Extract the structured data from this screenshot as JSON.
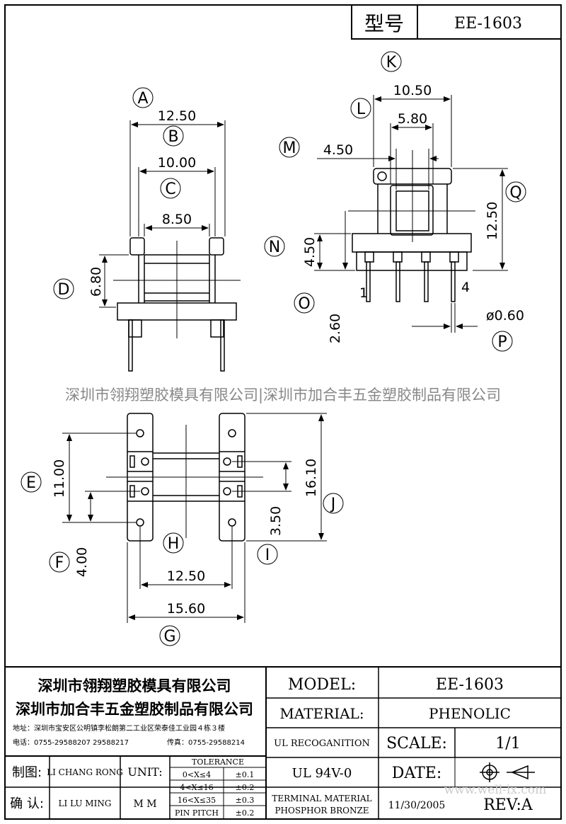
{
  "header": {
    "model_cn": "型号",
    "model_value": "EE-1603"
  },
  "banner": "深圳市翎翔塑胶模具有限公司|深圳市加合丰五金塑胶制品有限公司",
  "side_view": {
    "labels": {
      "A": "A",
      "B": "B",
      "C": "C",
      "D": "D"
    },
    "dims": {
      "a": "12.50",
      "b": "10.00",
      "c": "8.50",
      "d": "6.80"
    }
  },
  "front_view": {
    "labels": {
      "K": "K",
      "L": "L",
      "M": "M",
      "N": "N",
      "O": "O",
      "P": "P",
      "Q": "Q"
    },
    "dims": {
      "k": "10.50",
      "l": "5.80",
      "m": "4.50",
      "n": "4.50",
      "o": "2.60",
      "p": "ø0.60",
      "q": "12.50"
    },
    "pins": {
      "first": "1",
      "last": "4"
    }
  },
  "bottom_view": {
    "labels": {
      "E": "E",
      "F": "F",
      "G": "G",
      "H": "H",
      "I": "I",
      "J": "J"
    },
    "dims": {
      "e": "11.00",
      "f": "4.00",
      "g": "15.60",
      "h": "12.50",
      "i": "3.50",
      "j": "16.10"
    }
  },
  "title_block": {
    "company1": "深圳市翎翔塑胶模具有限公司",
    "company2": "深圳市加合丰五金塑胶制品有限公司",
    "address": "地址：深圳市宝安区公明镇李松朗第二工业区荣泰佳工业园４栋３楼",
    "phone": "电话：0755-29588207 29588217",
    "fax": "传真：0755-29588214",
    "model_label": "MODEL:",
    "model_value": "EE-1603",
    "material_label": "MATERIAL:",
    "material_value": "PHENOLIC",
    "ul_label": "UL RECOGANITION",
    "ul_value": "UL 94V-0",
    "scale_label": "SCALE:",
    "scale_value": "1/1",
    "date_label": "DATE:",
    "date_value": "11/30/2005",
    "rev_label": "REV:A",
    "terminal1": "TERMINAL MATERIAL",
    "terminal2": "PHOSPHOR  BRONZE",
    "drawn_label": "制图:",
    "drawn_name": "LI CHANG RONG",
    "check_label": "确 认:",
    "check_name": "LI LU MING",
    "unit_label": "UNIT:",
    "unit_value": "M M",
    "tol_title": "TOLERANCE",
    "tol_rows": [
      {
        "range": "0<X≤4",
        "val": "±0.1"
      },
      {
        "range": "4<X≤16",
        "val": "±0.2"
      },
      {
        "range": "16<X≤35",
        "val": "±0.3"
      },
      {
        "range": "PIN PITCH",
        "val": "±0.2"
      }
    ],
    "watermark": "www.well-lx.com"
  }
}
